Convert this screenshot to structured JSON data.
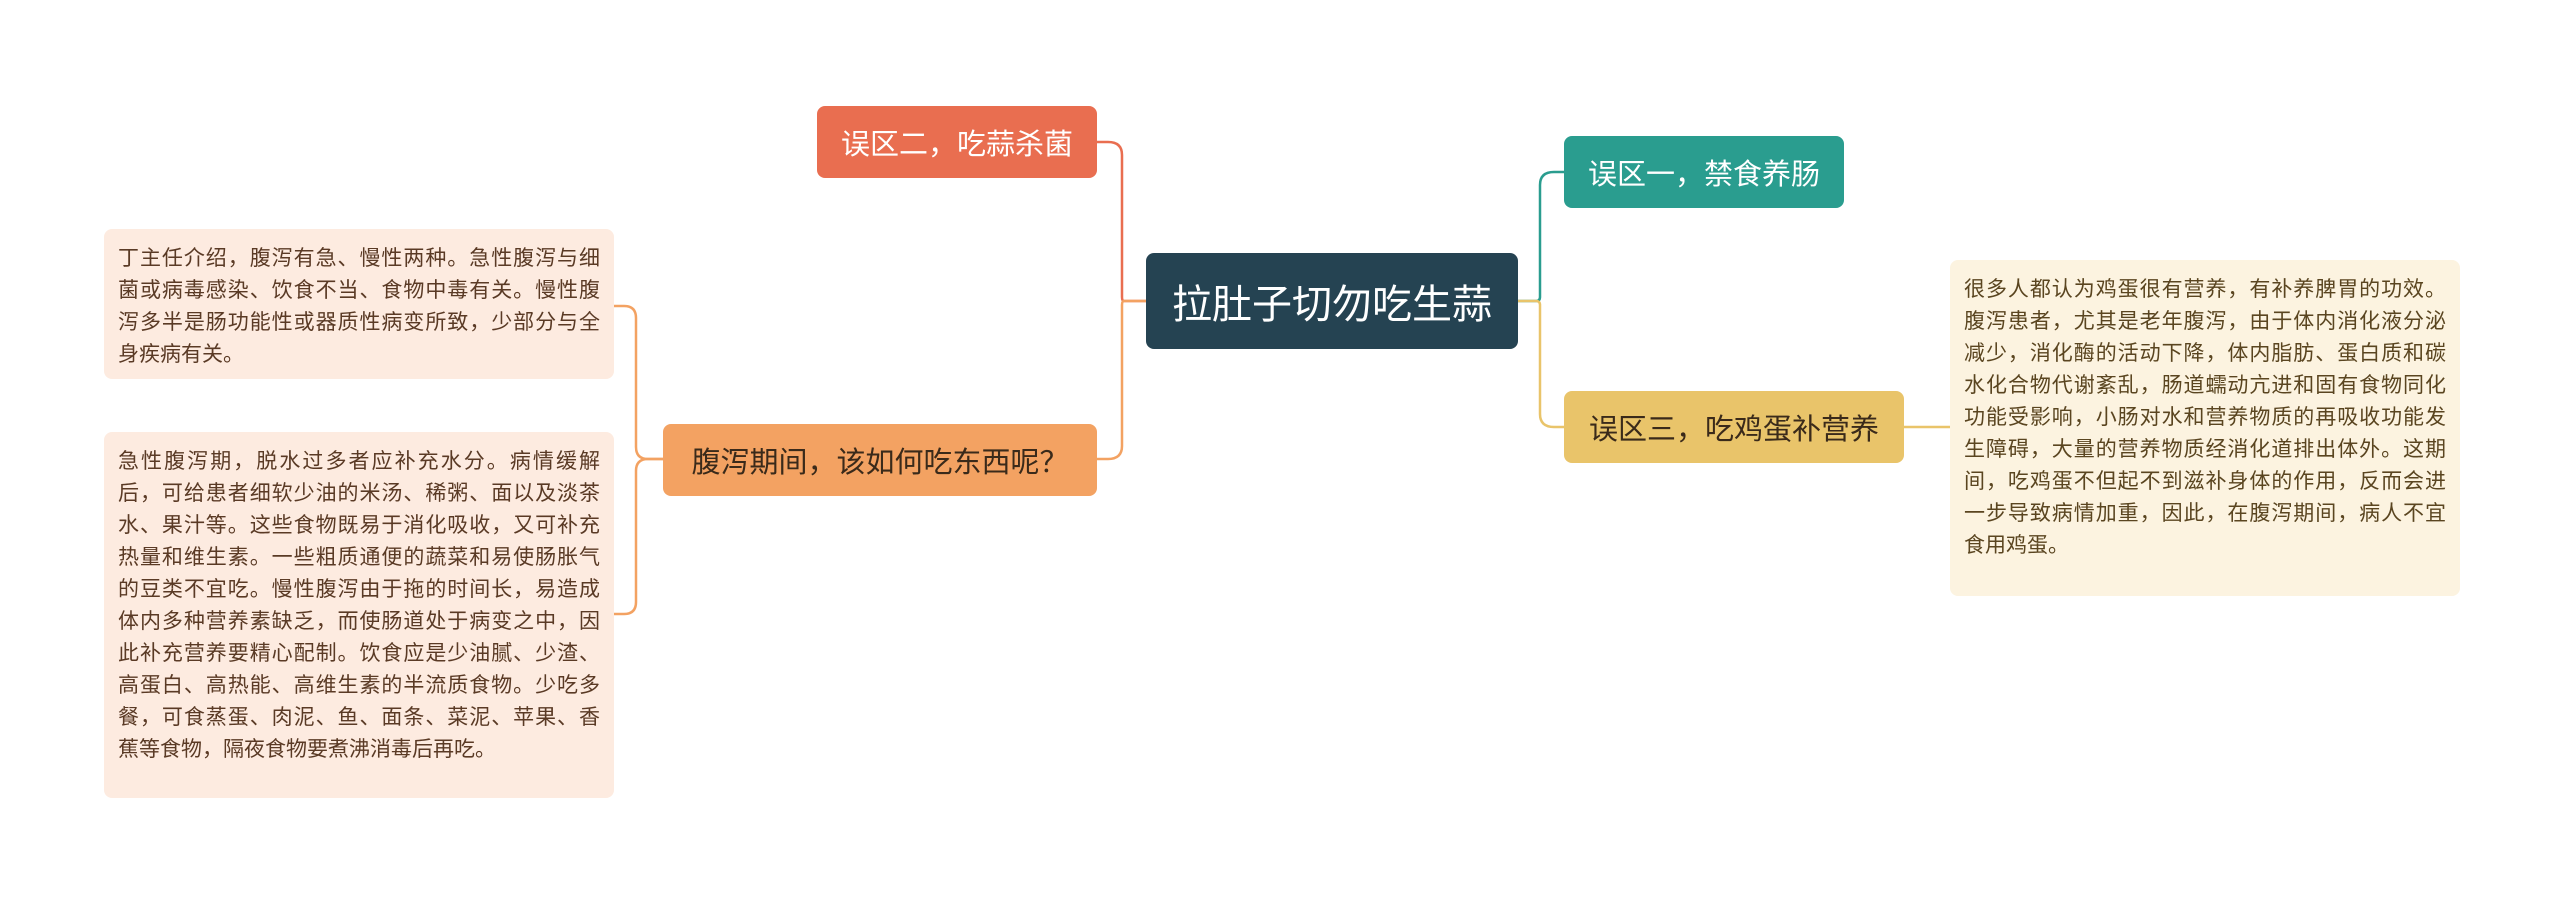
{
  "root": {
    "label": "拉肚子切勿吃生蒜"
  },
  "topics": {
    "myth2": {
      "label": "误区二，吃蒜杀菌"
    },
    "myth1": {
      "label": "误区一，禁食养肠"
    },
    "diet": {
      "label": "腹泻期间，该如何吃东西呢？"
    },
    "myth3": {
      "label": "误区三，吃鸡蛋补营养"
    }
  },
  "notes": {
    "diet_intro": "丁主任介绍，腹泻有急、慢性两种。急性腹泻与细菌或病毒感染、饮食不当、食物中毒有关。慢性腹泻多半是肠功能性或器质性病变所致，少部分与全身疾病有关。",
    "diet_detail": "急性腹泻期，脱水过多者应补充水分。病情缓解后，可给患者细软少油的米汤、稀粥、面以及淡茶水、果汁等。这些食物既易于消化吸收，又可补充热量和维生素。一些粗质通便的蔬菜和易使肠胀气的豆类不宜吃。慢性腹泻由于拖的时间长，易造成体内多种营养素缺乏，而使肠道处于病变之中，因此补充营养要精心配制。饮食应是少油腻、少渣、高蛋白、高热能、高维生素的半流质食物。少吃多餐，可食蒸蛋、肉泥、鱼、面条、菜泥、苹果、香蕉等食物，隔夜食物要煮沸消毒后再吃。",
    "egg_detail": "很多人都认为鸡蛋很有营养，有补养脾胃的功效。腹泻患者，尤其是老年腹泻，由于体内消化液分泌减少，消化酶的活动下降，体内脂肪、蛋白质和碳水化合物代谢紊乱，肠道蠕动亢进和固有食物同化功能受影响，小肠对水和营养物质的再吸收功能发生障碍，大量的营养物质经消化道排出体外。这期间，吃鸡蛋不但起不到滋补身体的作用，反而会进一步导致病情加重，因此，在腹泻期间，病人不宜食用鸡蛋。"
  },
  "colors": {
    "root": "#254352",
    "myth2": "#e96e50",
    "myth1": "#2a9d8f",
    "diet": "#f3a262",
    "myth3": "#e9c46a",
    "note_orange": "#fdebe0",
    "note_yellow": "#fcf3e0"
  }
}
